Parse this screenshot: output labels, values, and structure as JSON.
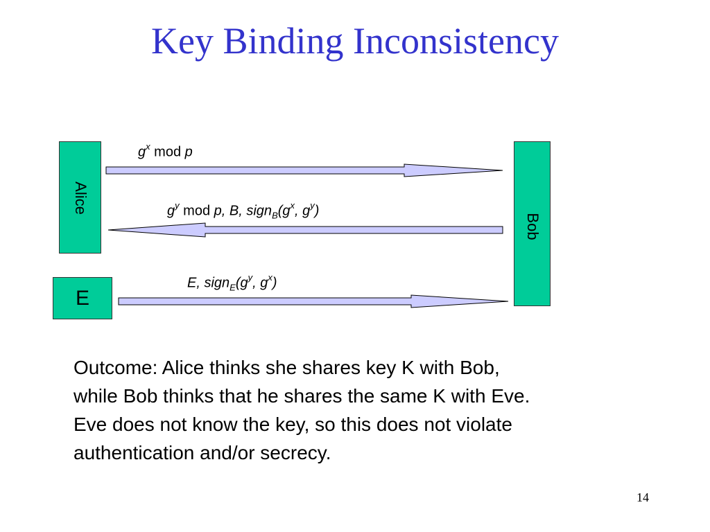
{
  "slide": {
    "title": "Key Binding Inconsistency",
    "page_number": "14"
  },
  "parties": {
    "alice": "Alice",
    "bob": "Bob",
    "eve": "E"
  },
  "messages": {
    "m1": {
      "g": "g",
      "x": "x",
      "mod": " mod ",
      "p": "p"
    },
    "m2": {
      "g": "g",
      "y": "y",
      "mod": " mod ",
      "rest": "p, B, ",
      "sign": "sign",
      "sub": "B",
      "open": "(g",
      "x": "x",
      "comma": ", g",
      "y2": "y",
      "close": ")"
    },
    "m3": {
      "pre": "E, sign",
      "sub": "E",
      "open": "(g",
      "y": "y",
      "comma": ", g",
      "x": "x",
      "close": ")"
    }
  },
  "outcome": {
    "lines": [
      "Outcome:  Alice thinks she shares key K with Bob,",
      "while Bob thinks that he shares the same K with Eve.",
      "Eve does not know the key, so this does not violate",
      "authentication and/or secrecy."
    ]
  },
  "colors": {
    "title": "#3333cc",
    "party_fill": "#00cc99",
    "arrow_fill": "#ccccff"
  }
}
